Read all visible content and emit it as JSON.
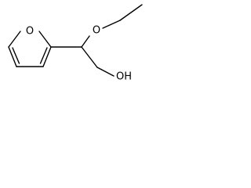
{
  "molecule": {
    "atoms": {
      "furan_oxygen": "O",
      "ether_oxygen": "O",
      "hydroxyl": "OH"
    },
    "colors": {
      "ink": "#000000",
      "background": "#ffffff"
    }
  }
}
